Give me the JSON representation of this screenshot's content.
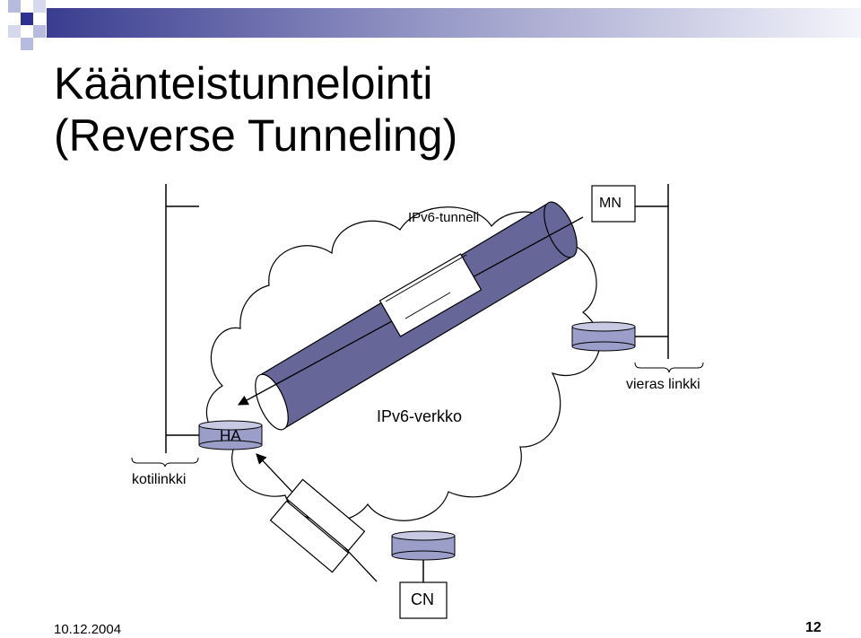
{
  "slide": {
    "title_line1": "Käänteistunnelointi",
    "title_line2": "(Reverse Tunneling)",
    "date": "10.12.2004",
    "page_number": "12"
  },
  "diagram": {
    "tunnel_label": "IPv6-tunneli",
    "network_label": "IPv6-verkko",
    "mobile_node_label": "MN",
    "home_agent_label": "HA",
    "correspondent_node_label": "CN",
    "foreign_link_label": "vieras linkki",
    "home_link_label": "kotilinkki"
  },
  "colors": {
    "topbar_start": "#3a3d8f",
    "topbar_end": "#f4f4fb",
    "tunnel_fill": "#666699",
    "router_fill": "#9a9ec8",
    "corner_dark": "#2e3192",
    "corner_light": "#b8bbe0"
  }
}
